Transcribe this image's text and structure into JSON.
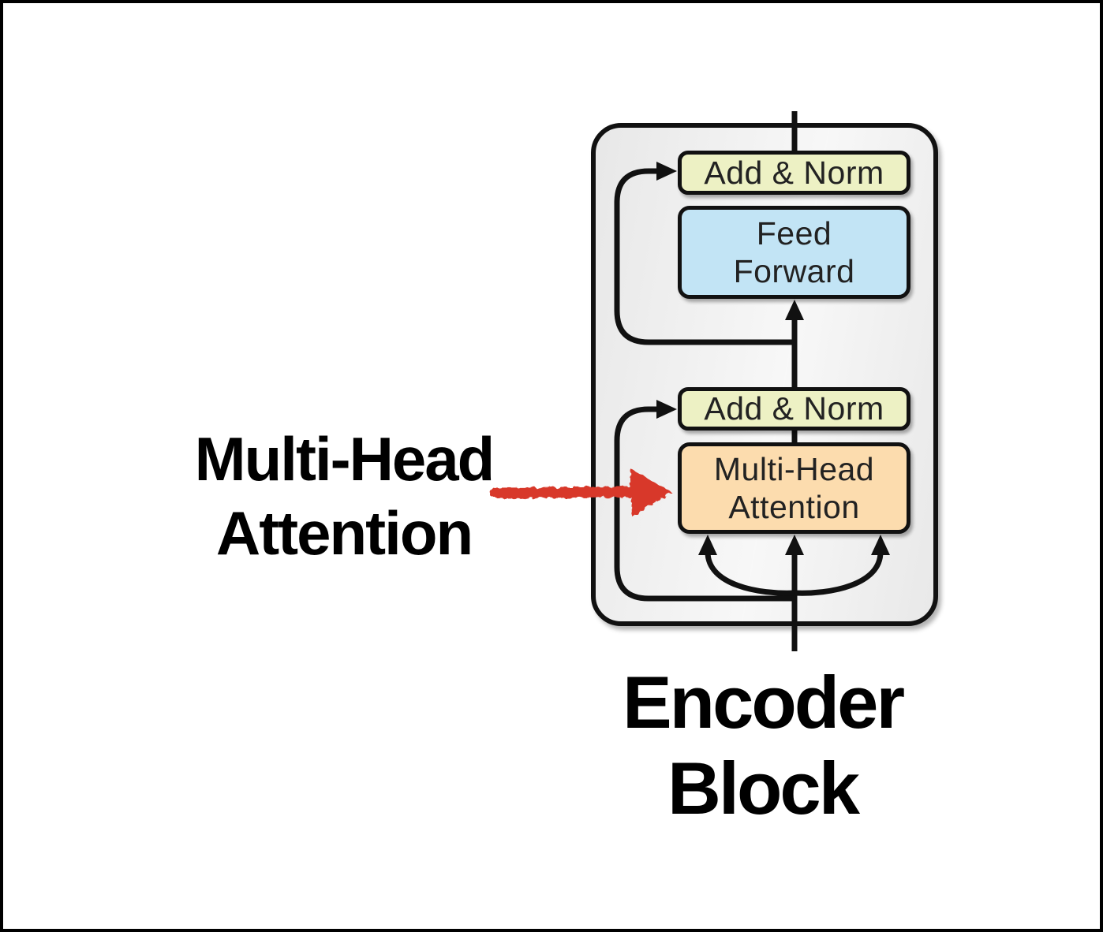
{
  "colors": {
    "line": "#111111",
    "annotation_red": "#d8392b",
    "add_norm_fill": "#edf1c4",
    "feed_forward_fill": "#c2e4f5",
    "attention_fill": "#fcdcae",
    "block_interior": "#f0f0f0"
  },
  "diagram": {
    "boxes": {
      "add_norm_top": {
        "label": "Add & Norm"
      },
      "feed_forward": {
        "lines": [
          "Feed",
          "Forward"
        ]
      },
      "add_norm_bottom": {
        "label": "Add & Norm"
      },
      "multi_head_attention": {
        "lines": [
          "Multi-Head",
          "Attention"
        ]
      }
    },
    "annotation": {
      "lines": [
        "Multi-Head",
        "Attention"
      ]
    },
    "caption": {
      "lines": [
        "Encoder",
        "Block"
      ]
    }
  }
}
